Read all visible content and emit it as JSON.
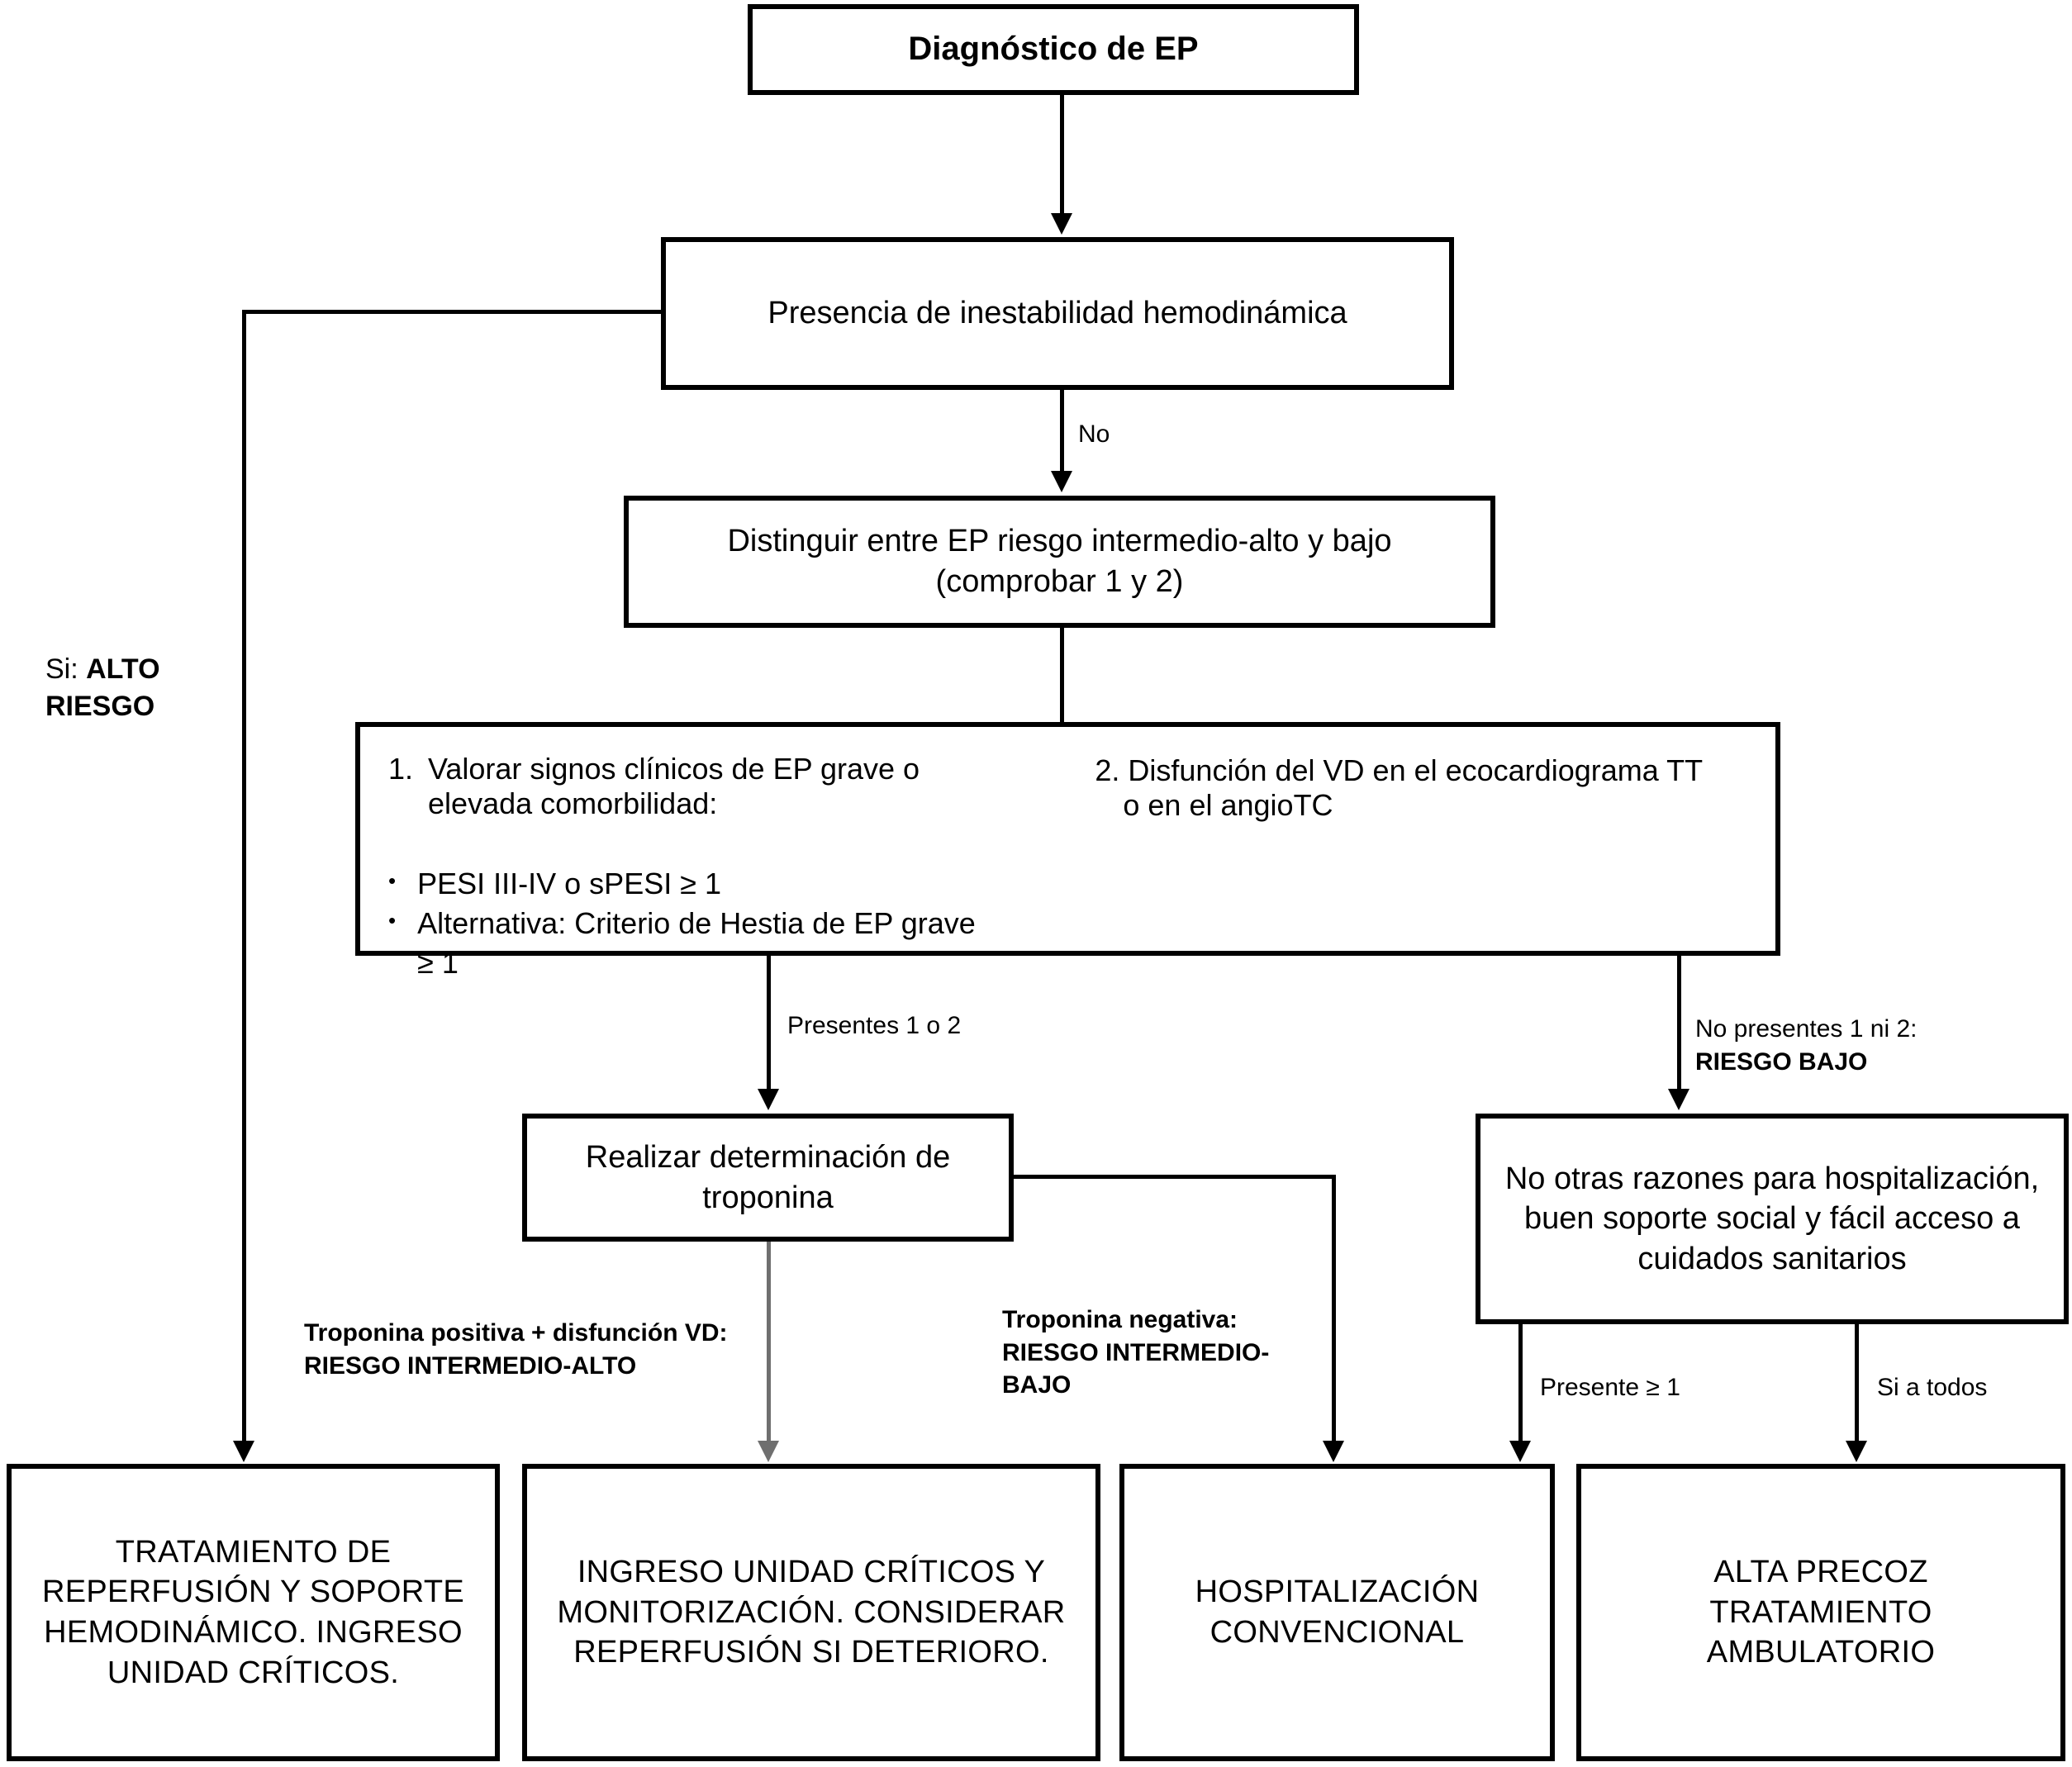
{
  "diagram": {
    "title_box": {
      "text": "Diagnóstico de EP"
    },
    "hemodynamic_box": {
      "text": "Presencia de inestabilidad hemodinámica"
    },
    "distinguish_box": {
      "line1": "Distinguir entre EP riesgo intermedio-alto y bajo",
      "line2": "(comprobar 1 y 2)"
    },
    "criteria_box": {
      "item1_number": "1.",
      "item1_line1": "Valorar signos clínicos de EP grave o",
      "item1_line2": "elevada comorbilidad:",
      "bullet1": "PESI III-IV o sPESI ≥ 1",
      "bullet2_line1": "Alternativa:  Criterio de Hestia de EP grave",
      "bullet2_line2": "≥ 1",
      "bullet_glyph": "•",
      "item2_line1": "2. Disfunción del VD en el ecocardiograma TT",
      "item2_line2": "o en el angioTC"
    },
    "troponin_box": {
      "line1": "Realizar determinación de",
      "line2": "troponina"
    },
    "lowrisk_box": {
      "line1": "No otras razones para hospitalización,",
      "line2": "buen soporte social y fácil acceso a",
      "line3": "cuidados sanitarios"
    },
    "outcomes": [
      {
        "id": "reperfusion",
        "lines": [
          "TRATAMIENTO DE",
          "REPERFUSIÓN Y SOPORTE",
          "HEMODINÁMICO. INGRESO",
          "UNIDAD CRÍTICOS."
        ]
      },
      {
        "id": "icu-monitor",
        "lines": [
          "INGRESO UNIDAD CRÍTICOS Y",
          "MONITORIZACIÓN. CONSIDERAR",
          "REPERFUSIÓN SI DETERIORO."
        ]
      },
      {
        "id": "conventional-hospitalization",
        "lines": [
          "HOSPITALIZACIÓN",
          "CONVENCIONAL"
        ]
      },
      {
        "id": "early-discharge",
        "lines": [
          "ALTA PRECOZ",
          "TRATAMIENTO",
          "AMBULATORIO"
        ]
      }
    ],
    "edge_labels": {
      "no": "No",
      "si_alto_prefix": "Si: ",
      "si_alto_bold": "ALTO",
      "si_alto_bold2": "RIESGO",
      "presentes_1o2": "Presentes 1 o 2",
      "no_presentes_line1": "No presentes 1 ni 2:",
      "no_presentes_line2": "RIESGO BAJO",
      "troponina_pos_line1": "Troponina positiva + disfunción VD:",
      "troponina_pos_line2": "RIESGO INTERMEDIO-ALTO",
      "troponina_neg_line1": "Troponina negativa:",
      "troponina_neg_line2": "RIESGO INTERMEDIO-",
      "troponina_neg_line3": "BAJO",
      "presente_ge1": "Presente ≥ 1",
      "si_a_todos": "Si a todos"
    },
    "colors": {
      "stroke": "#000000",
      "gray_stroke": "#6f6f6f",
      "background": "#ffffff"
    }
  }
}
